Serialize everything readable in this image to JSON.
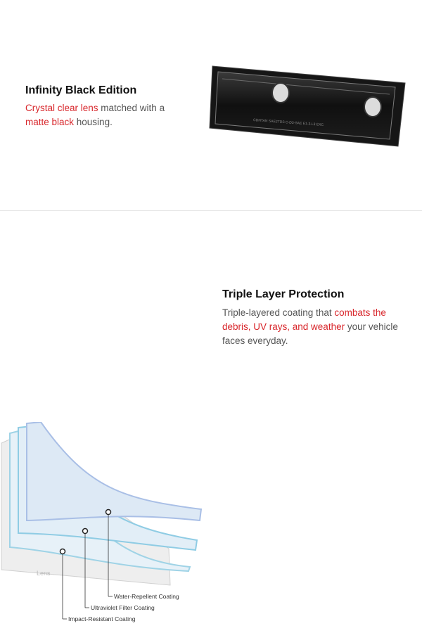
{
  "top": {
    "title": "Infinity Black Edition",
    "desc": {
      "highlight_1": "Crystal clear lens",
      "text_1": " matched with a ",
      "highlight_2": "matte black",
      "text_2": " housing."
    },
    "part_text": "CDNTAN  SAE2TDS C-D3-SAE  E1-3-L3  EXC"
  },
  "bottom": {
    "title": "Triple Layer Protection",
    "desc": {
      "text_1": "Triple-layered coating that ",
      "highlight": "combats the debris, UV rays, and weather",
      "text_2": " your vehicle faces everyday."
    },
    "diagram": {
      "lens_label": "Lens",
      "labels": {
        "water": "Water-Repellent Coating",
        "uv": "Ultraviolet Filter Coating",
        "impact": "Impact-Resistant Coating"
      }
    }
  },
  "colors": {
    "accent": "#d8262b",
    "title": "#111111",
    "body": "#555555"
  }
}
